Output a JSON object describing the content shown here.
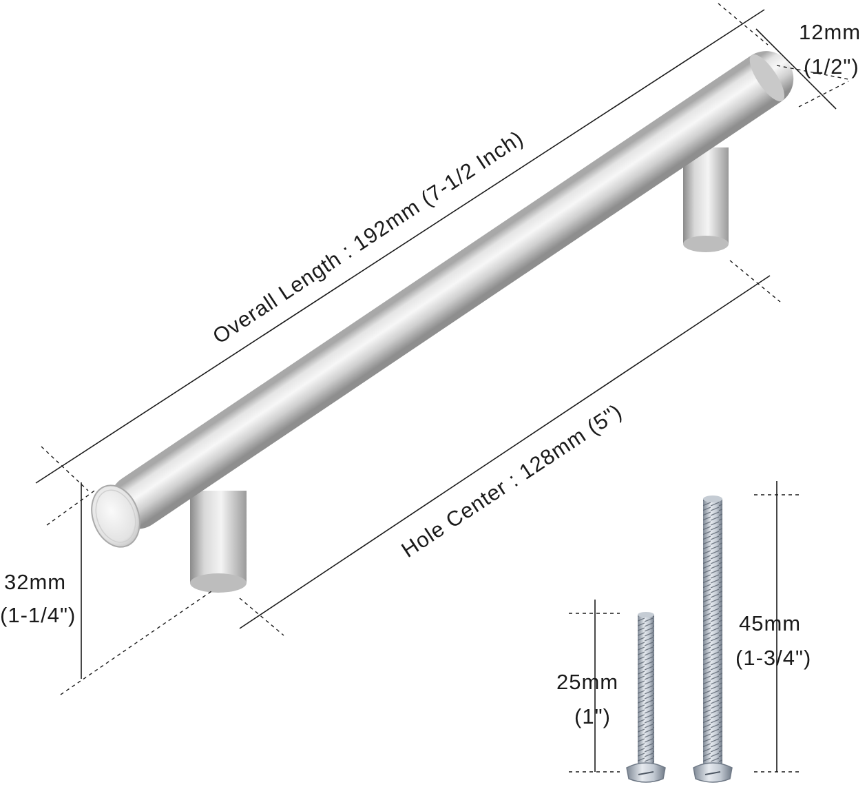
{
  "labels": {
    "overall_length": "Overall Length : 192mm (7-1/2 Inch)",
    "hole_center": "Hole Center : 128mm (5\")",
    "diameter_mm": "12mm",
    "diameter_in": "(1/2\")",
    "projection_mm": "32mm",
    "projection_in": "(1-1/4\")",
    "screw_long_mm": "45mm",
    "screw_long_in": "(1-3/4\")",
    "screw_short_mm": "25mm",
    "screw_short_in": "(1\")"
  },
  "colors": {
    "metal_light": "#f2f2f2",
    "metal_mid": "#d4d4d4",
    "metal_dark": "#9c9c9c",
    "screw_light": "#dfe4ea",
    "screw_dark": "#7d8794",
    "line": "#1a1a1a"
  }
}
